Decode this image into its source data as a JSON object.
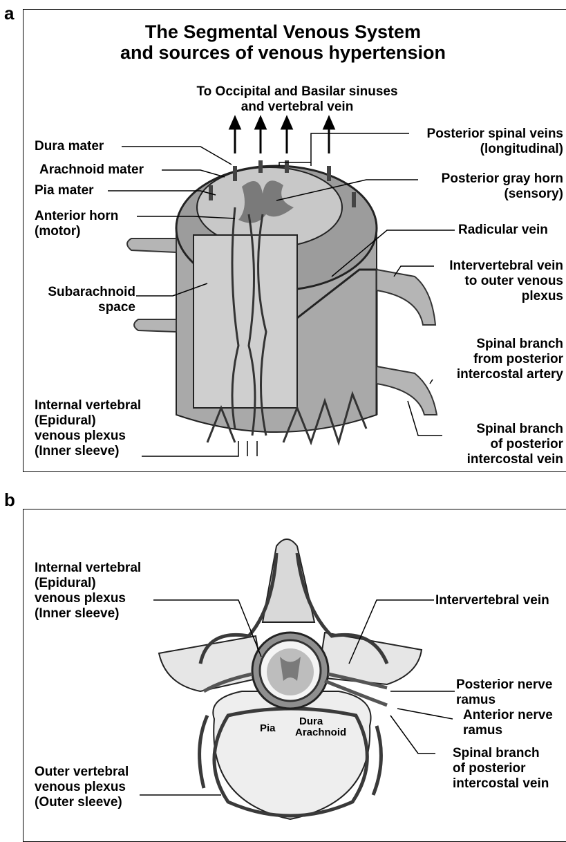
{
  "panel_a": {
    "letter": "a",
    "title": "The Segmental Venous System\nand sources of venous hypertension",
    "top_caption": "To Occipital and Basilar sinuses\nand vertebral vein",
    "labels": {
      "dura": "Dura mater",
      "arachnoid": "Arachnoid mater",
      "pia": "Pia mater",
      "anterior_horn": "Anterior horn\n(motor)",
      "subarachnoid": "Subarachnoid\nspace",
      "internal_plexus": "Internal vertebral\n(Epidural)\nvenous plexus\n(Inner sleeve)",
      "posterior_spinal_veins": "Posterior spinal veins\n(longitudinal)",
      "posterior_gray_horn": "Posterior gray horn\n(sensory)",
      "radicular_vein": "Radicular vein",
      "intervertebral_vein": "Intervertebral vein\nto outer venous\nplexus",
      "spinal_branch_artery": "Spinal branch\nfrom posterior\nintercostal artery",
      "spinal_branch_vein": "Spinal branch\nof posterior\nintercostal vein"
    }
  },
  "panel_b": {
    "letter": "b",
    "labels": {
      "internal_plexus": "Internal vertebral\n(Epidural)\nvenous plexus\n(Inner sleeve)",
      "intervertebral_vein": "Intervertebral vein",
      "posterior_ramus": "Posterior nerve\nramus",
      "anterior_ramus": "Anterior nerve\nramus",
      "spinal_branch_vein": "Spinal branch\nof posterior\nintercostal vein",
      "outer_plexus": "Outer vertebral\nvenous plexus\n(Outer sleeve)",
      "pia": "Pia",
      "dura": "Dura",
      "arachnoid": "Arachnoid"
    }
  },
  "colors": {
    "vein": "#3a3a3a",
    "tissue": "#bdbdbd",
    "gray_matter": "#7a7a7a",
    "bone": "#e6e6e6"
  }
}
